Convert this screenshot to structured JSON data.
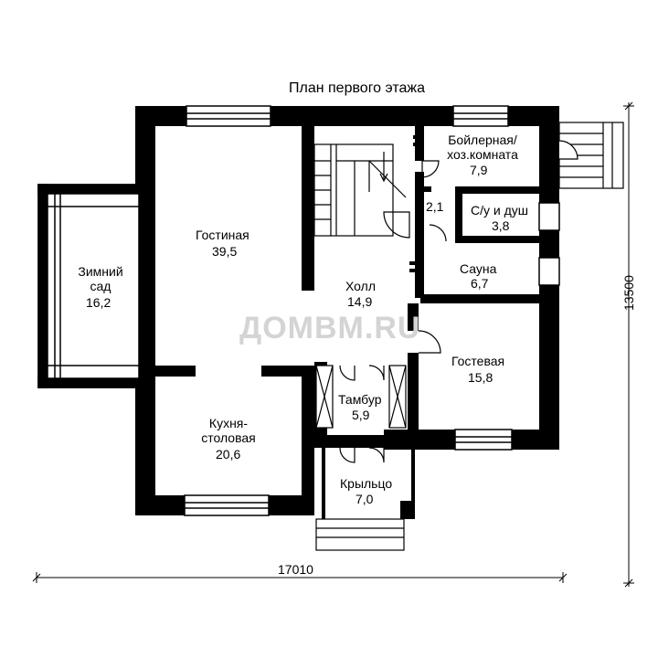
{
  "title": "План первого этажа",
  "watermark": "ДОМВМ.RU",
  "dimensions": {
    "width": "17010",
    "height": "13500"
  },
  "rooms": [
    {
      "id": "living",
      "name": "Гостиная",
      "area": "39,5"
    },
    {
      "id": "winter-garden",
      "name": "Зимний сад",
      "area": "16,2"
    },
    {
      "id": "boiler",
      "name": "Бойлерная/ хоз.комната",
      "area": "7,9"
    },
    {
      "id": "corridor",
      "name": "",
      "area": "2,1"
    },
    {
      "id": "bathroom",
      "name": "С/у и душ",
      "area": "3,8"
    },
    {
      "id": "sauna",
      "name": "Сауна",
      "area": "6,7"
    },
    {
      "id": "hall",
      "name": "Холл",
      "area": "14,9"
    },
    {
      "id": "guest",
      "name": "Гостевая",
      "area": "15,8"
    },
    {
      "id": "vestibule",
      "name": "Тамбур",
      "area": "5,9"
    },
    {
      "id": "kitchen",
      "name": "Кухня-столовая",
      "area": "20,6"
    },
    {
      "id": "porch",
      "name": "Крыльцо",
      "area": "7,0"
    }
  ]
}
